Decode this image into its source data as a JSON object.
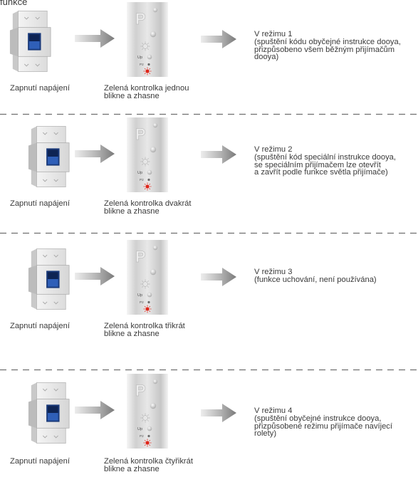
{
  "header": {
    "partial_heading": "funkce"
  },
  "receiver": {
    "p_label": "P",
    "up_label": "Up",
    "p2_label": "P2"
  },
  "colors": {
    "switch_blue": "#2f5fb8",
    "led_red": "#e0261a",
    "arrow_gray": "#8a8a8a",
    "divider": "#6f6f6f",
    "text": "#3a3a3a"
  },
  "rows": [
    {
      "power_caption": "Zapnutí napájení",
      "led_caption": [
        "Zelená kontrolka jednou",
        "blikne a zhasne"
      ],
      "mode_title": "V režimu 1",
      "mode_description": [
        "(spuštění kódu obyčejné instrukce dooya,",
        "přizpůsobeno všem běžným přijímačům",
        "dooya)"
      ]
    },
    {
      "power_caption": "Zapnutí napájení",
      "led_caption": [
        "Zelená kontrolka dvakrát",
        "blikne a zhasne"
      ],
      "mode_title": "V režimu 2",
      "mode_description": [
        "(spuštění kód speciální instrukce dooya,",
        "se speciálním přijímačem lze otevřít",
        "a zavřít podle funkce světla přijímače)"
      ]
    },
    {
      "power_caption": "Zapnutí napájení",
      "led_caption": [
        "Zelená kontrolka třikrát",
        "blikne a zhasne"
      ],
      "mode_title": "V režimu 3",
      "mode_description": [
        "(funkce uchování, není používána)"
      ]
    },
    {
      "power_caption": "Zapnutí napájení",
      "led_caption": [
        "Zelená kontrolka čtyřikrát",
        "blikne a zhasne"
      ],
      "mode_title": "V režimu 4",
      "mode_description": [
        "(spuštění obyčejné instrukce dooya,",
        "přizpůsobené režimu přijímače navíjecí",
        "rolety)"
      ]
    }
  ]
}
